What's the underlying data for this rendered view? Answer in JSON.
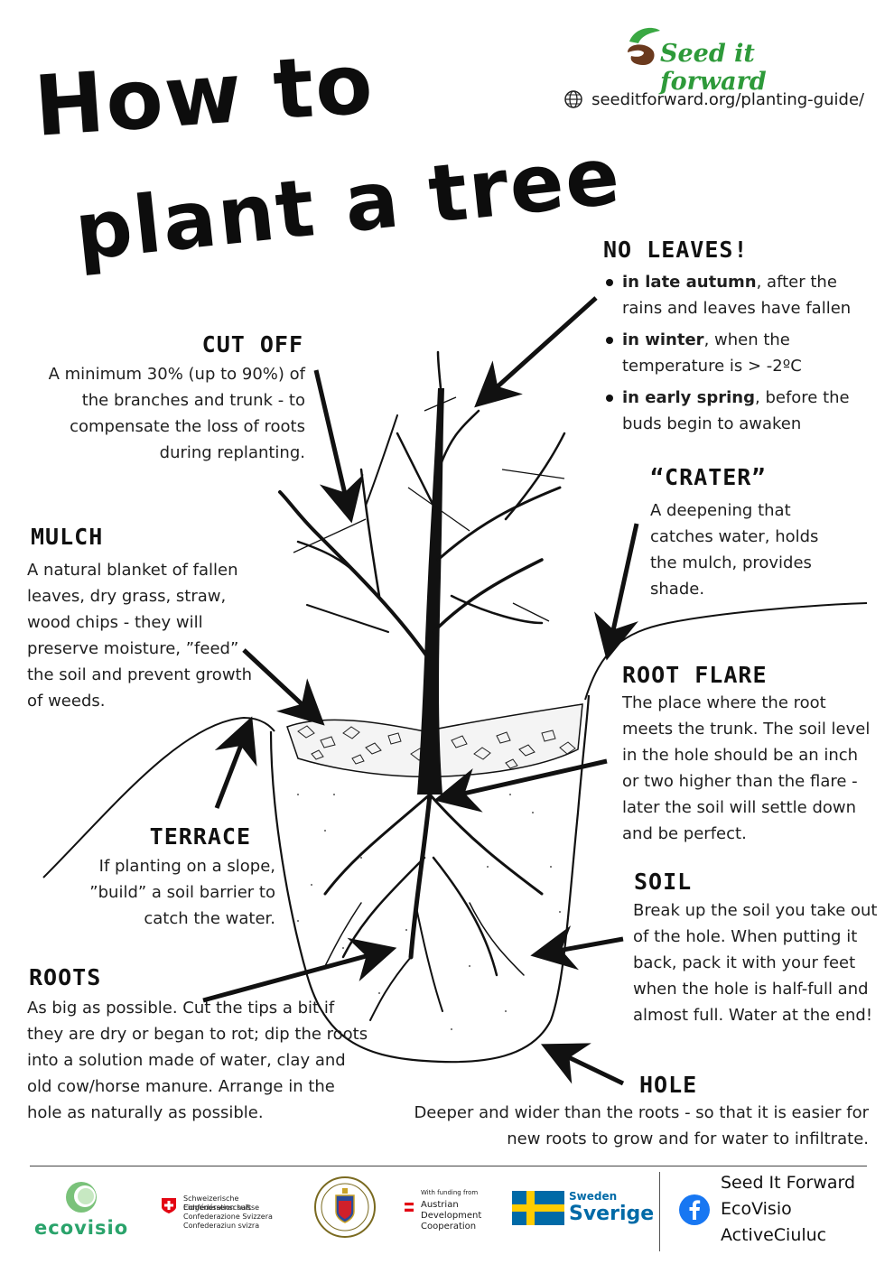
{
  "title": {
    "line1": "How to",
    "line2": "plant a tree"
  },
  "brand": {
    "name": "Seed it forward",
    "url": "seeditforward.org/planting-guide/"
  },
  "sections": {
    "no_leaves": {
      "heading": "NO LEAVES!",
      "items": [
        {
          "bold": "in late autumn",
          "rest": ", after the rains and leaves have fallen"
        },
        {
          "bold": "in winter",
          "rest": ", when the temperature is > -2ºC"
        },
        {
          "bold": "in early spring",
          "rest": ", before the buds begin to awaken"
        }
      ]
    },
    "cut_off": {
      "heading": "CUT OFF",
      "text": "A minimum 30% (up to 90%) of the branches and trunk - to compensate the loss of roots during replanting."
    },
    "crater": {
      "heading": "“CRATER”",
      "text": "A deepening that catches water, holds the mulch, provides shade."
    },
    "mulch": {
      "heading": "MULCH",
      "text": "A natural blanket of fallen leaves, dry grass, straw, wood chips - they will preserve moisture, ”feed” the soil and prevent growth of weeds."
    },
    "root_flare": {
      "heading": "ROOT FLARE",
      "text": "The place where the root meets the trunk. The soil level in the hole should be an inch or two higher than the flare - later the soil will settle down and be perfect."
    },
    "terrace": {
      "heading": "TERRACE",
      "text": "If planting on a slope, ”build” a soil barrier to catch the water."
    },
    "soil": {
      "heading": "SOIL",
      "text": "Break up the soil you take out of the hole. When putting it back, pack it with your feet when the hole is half-full and almost full. Water at the end!"
    },
    "roots": {
      "heading": "ROOTS",
      "text": "As big as possible. Cut the tips a bit if they are dry or began to rot; dip the roots into a solution made of water, clay and old cow/horse manure. Arrange in the hole as naturally as possible."
    },
    "hole": {
      "heading": "HOLE",
      "text": "Deeper and wider than the roots - so that it is easier for new roots to grow and for water to infiltrate."
    }
  },
  "footer": {
    "ecovisio": "ecovisio",
    "swiss": [
      "Schweizerische Eidgenossenschaft",
      "Confédération suisse",
      "Confederazione Svizzera",
      "Confederaziun svizra"
    ],
    "austrian_label": "With funding from",
    "austrian": [
      "Austrian",
      "Development",
      "Cooperation"
    ],
    "sweden": [
      "Sweden",
      "Sverige"
    ],
    "social": [
      "Seed It Forward",
      "EcoVisio",
      "ActiveCiuluc"
    ]
  },
  "colors": {
    "brand_green": "#2e9a3a",
    "brand_brown": "#6b3a1e",
    "ecovisio_green": "#2aa36b",
    "swiss_red": "#e30613",
    "austria_red": "#e30613",
    "sweden_blue": "#006aa7",
    "sweden_yellow": "#fecc00",
    "facebook_blue": "#1877f2"
  }
}
